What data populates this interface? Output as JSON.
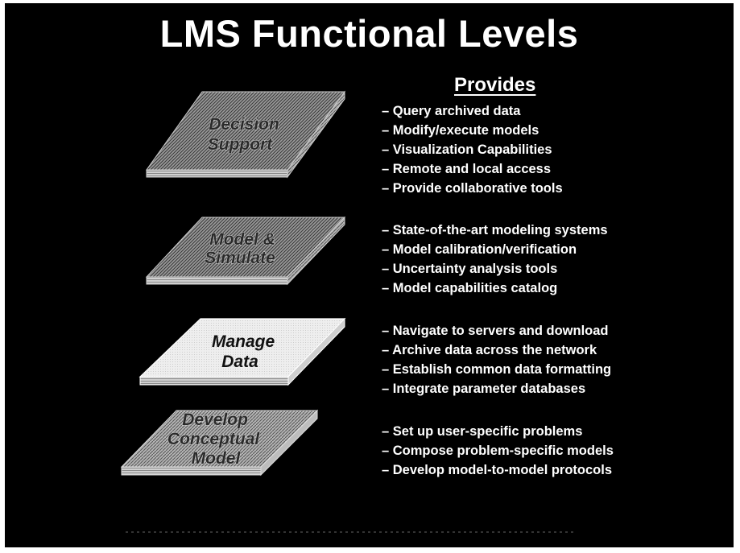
{
  "title": "LMS Functional Levels",
  "provides_heading": "Provides",
  "levels": [
    {
      "label_lines": [
        "Decision",
        "Support"
      ],
      "items": [
        "– Query archived data",
        "– Modify/execute models",
        "– Visualization Capabilities",
        "– Remote and local access",
        "– Provide collaborative tools"
      ]
    },
    {
      "label_lines": [
        "Model &",
        "Simulate"
      ],
      "items": [
        "– State-of-the-art modeling systems",
        "– Model calibration/verification",
        "– Uncertainty analysis tools",
        "– Model capabilities catalog"
      ]
    },
    {
      "label_lines": [
        "Manage",
        "Data"
      ],
      "items": [
        "– Navigate to servers and download",
        "– Archive data across the network",
        "– Establish common data formatting",
        "– Integrate parameter databases"
      ]
    },
    {
      "label_lines": [
        "Develop",
        "Conceptual",
        "Model"
      ],
      "items": [
        "– Set up user-specific problems",
        "– Compose problem-specific models",
        "– Develop model-to-model protocols"
      ]
    }
  ],
  "colors": {
    "background": "#000000",
    "text": "#ffffff",
    "hatched_plate": "#8a8a8a",
    "white_plate": "#f4f4f4"
  }
}
